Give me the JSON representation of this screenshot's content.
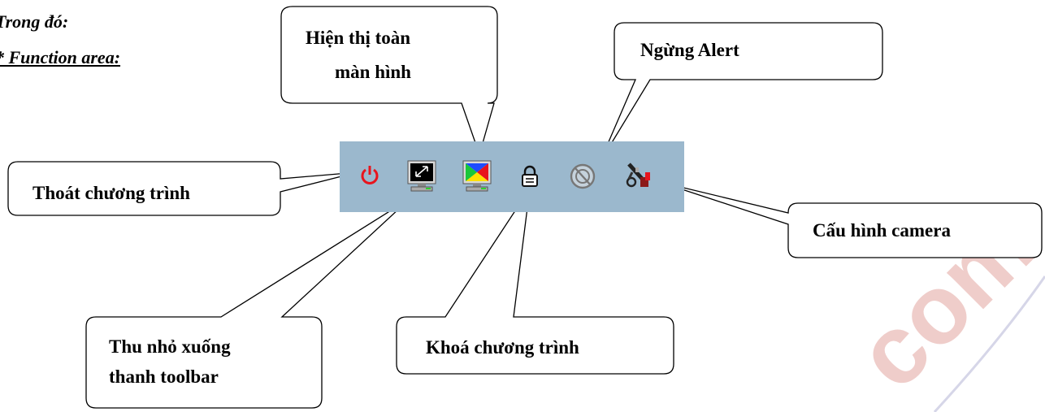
{
  "headings": {
    "trong_do": "Trong đó:",
    "function_area": "* Function area:"
  },
  "callouts": {
    "fullscreen": [
      "Hiện thị toàn",
      "màn hình"
    ],
    "stop_alert": "Ngừng Alert",
    "exit": "Thoát chương trình",
    "camera_config": "Cấu hình camera",
    "minimize": [
      "Thu nhỏ xuống",
      "thanh toolbar"
    ],
    "lock": "Khoá chương trình"
  },
  "watermark": "com",
  "toolbar": {
    "background": "#9bb8cd",
    "icons": [
      "power-icon",
      "minimize-monitor-icon",
      "fullscreen-monitor-icon",
      "lock-icon",
      "alert-off-icon",
      "camera-settings-icon"
    ]
  },
  "colors": {
    "power": "#e8141d",
    "watermark": "#e9b9b4"
  }
}
